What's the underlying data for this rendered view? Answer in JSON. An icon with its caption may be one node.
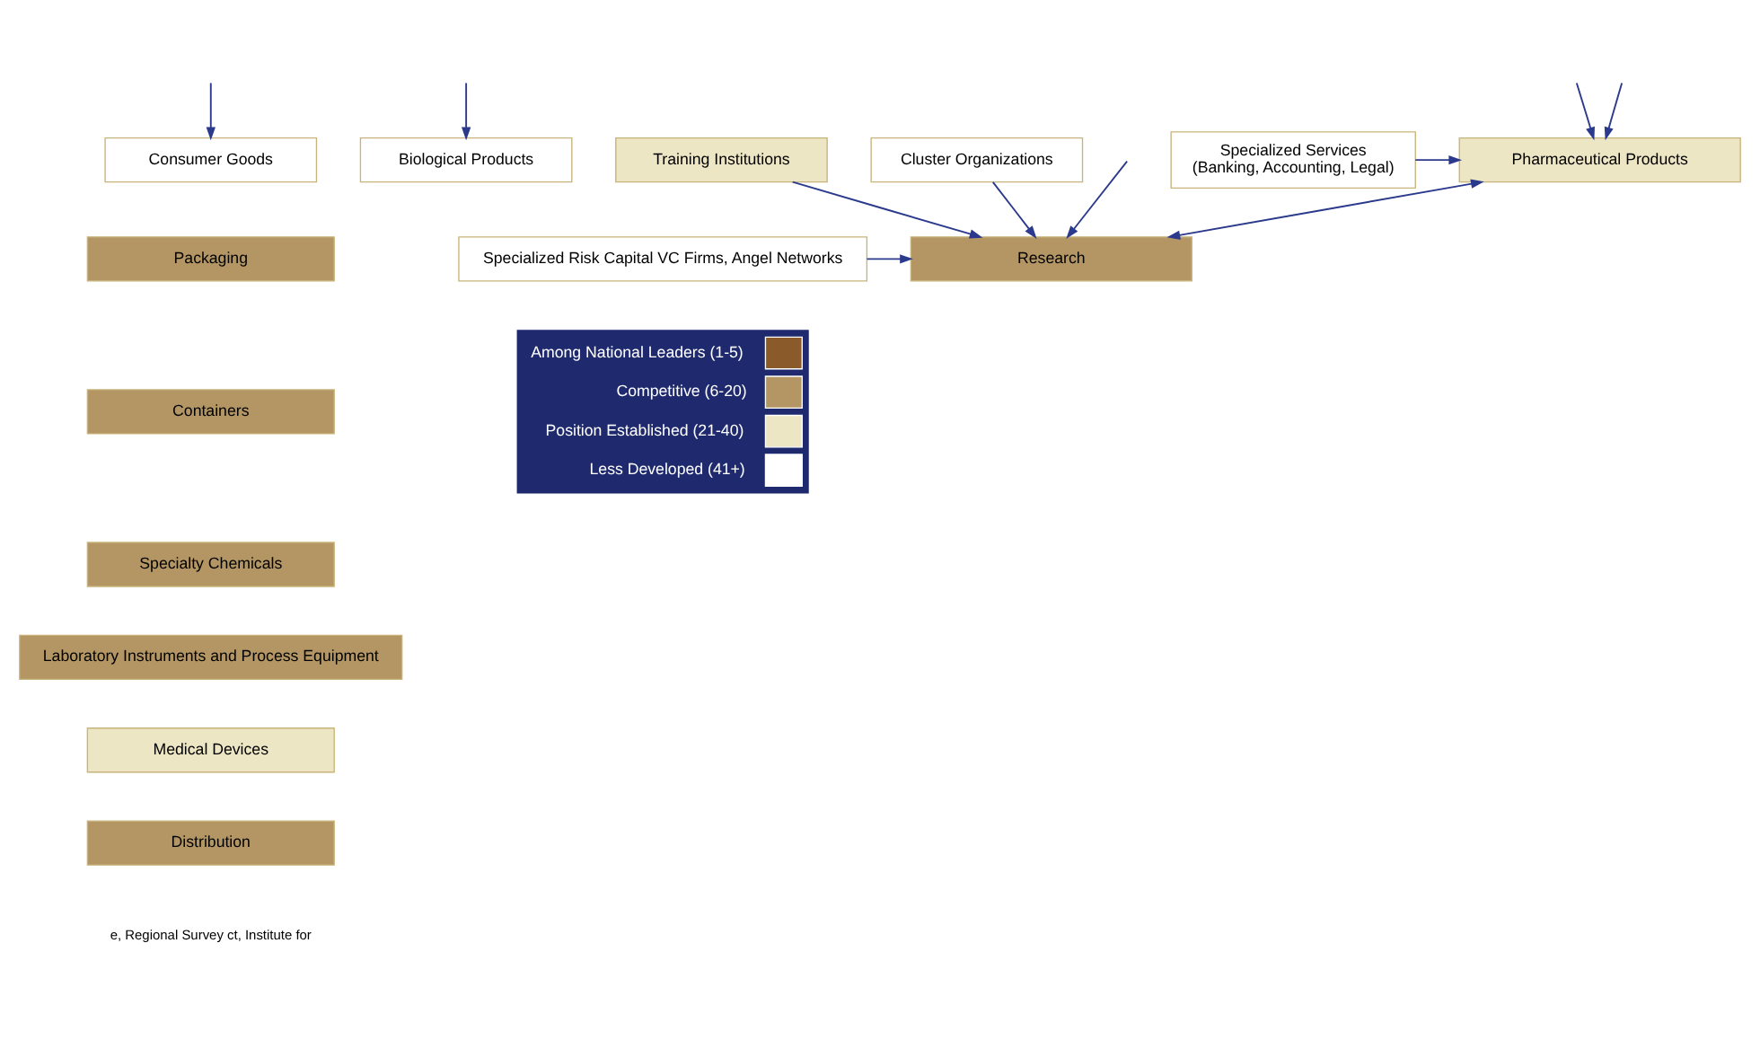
{
  "diagram": {
    "nodes": [
      {
        "text": [
          "Consumer Goods"
        ]
      },
      {
        "text": [
          "Biological Products"
        ]
      },
      {
        "text": [
          "Packaging"
        ]
      },
      {
        "text": [
          "Containers"
        ]
      },
      {
        "text": [
          "Specialty Chemicals"
        ]
      },
      {
        "text": [
          "Laboratory Instruments and Process Equipment"
        ]
      },
      {
        "text": [
          "Medical Devices"
        ]
      },
      {
        "text": [
          "Distribution"
        ]
      },
      {
        "text": [
          "Pharmaceutical Products"
        ]
      },
      {
        "text": [
          "Specialized Services",
          "(Banking, Accounting, Legal)"
        ]
      },
      {
        "text": [
          "Specialized Risk Capital VC Firms, Angel Networks"
        ]
      },
      {
        "text": [
          "Research"
        ]
      },
      {
        "text": [
          "Training Institutions"
        ]
      },
      {
        "text": [
          "Cluster Organizations"
        ]
      }
    ],
    "edges": [
      {
        "from": null,
        "to": 0,
        "arrow": "to"
      },
      {
        "from": null,
        "to": 1,
        "arrow": "to"
      },
      {
        "from": null,
        "to": 8,
        "arrow": "to"
      },
      {
        "from": null,
        "to": 8,
        "arrow": "to"
      },
      {
        "from": 9,
        "to": 8,
        "arrow": "to"
      },
      {
        "from": 8,
        "to": 11,
        "arrow": "both"
      },
      {
        "from": null,
        "to": 11,
        "arrow": "to"
      },
      {
        "from": 10,
        "to": 11,
        "arrow": "to"
      },
      {
        "from": 12,
        "to": 11,
        "arrow": "to"
      },
      {
        "from": 13,
        "to": 11,
        "arrow": "to"
      }
    ],
    "labels": [
      "e, Regional Survey ct, Institute for"
    ],
    "legend": [
      {
        "text": "Among National Leaders (1-5)",
        "color": "#8b5a2b"
      },
      {
        "text": "Competitive (6-20)",
        "color": "#b39664"
      },
      {
        "text": "Position Established (21-40)",
        "color": "#ece6c4"
      },
      {
        "text": "Less Developed (41+)",
        "color": "#ffffff"
      }
    ]
  }
}
